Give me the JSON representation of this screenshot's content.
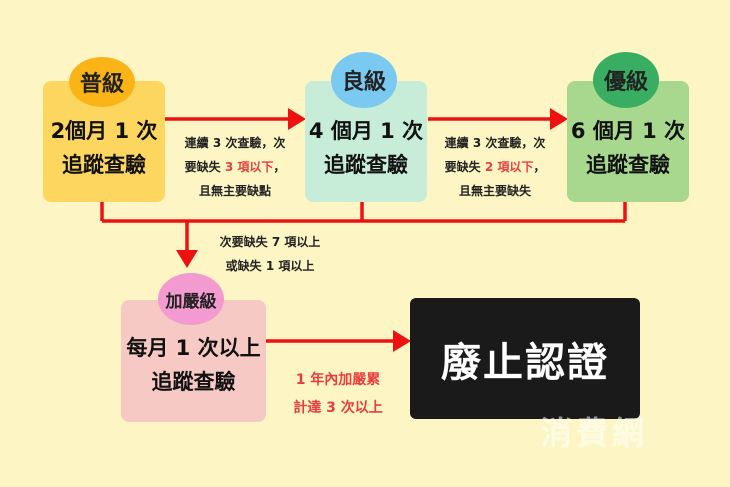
{
  "colors": {
    "background": "#fdf6c4",
    "arrow": "#ee1111",
    "level1_box": "#fdd660",
    "level1_badge": "#fbb417",
    "level2_box": "#c7ecd7",
    "level2_badge": "#79c9f0",
    "level3_box": "#a8d88e",
    "level3_badge": "#39ae62",
    "strict_box": "#f7c9c5",
    "strict_badge": "#f39bd0",
    "revoke_box": "#1a1a1a",
    "highlight_red": "#e83e3e"
  },
  "level1": {
    "badge": "普級",
    "line1": "2個月 1 次",
    "line2": "追蹤查驗"
  },
  "level2": {
    "badge": "良級",
    "line1": "4 個月 1 次",
    "line2": "追蹤查驗"
  },
  "level3": {
    "badge": "優級",
    "line1": "6 個月 1 次",
    "line2": "追蹤查驗"
  },
  "strict": {
    "badge": "加嚴級",
    "line1": "每月 1 次以上",
    "line2": "追蹤查驗"
  },
  "revoke": {
    "label": "廢止認證"
  },
  "note1": {
    "line1": "連續 3 次查驗，次",
    "line2_pre": "要缺失 ",
    "line2_hl": "3 項以下",
    "line2_post": "，",
    "line3": "且無主要缺點"
  },
  "note2": {
    "line1": "連續 3 次查驗，次",
    "line2_pre": "要缺失 ",
    "line2_hl": "2 項以下",
    "line2_post": "，",
    "line3": "且無主要缺失"
  },
  "note_down": {
    "line1": "次要缺失 7 項以上",
    "line2": "或缺失 1 項以上"
  },
  "note_revoke": {
    "line1": "1 年內加嚴累",
    "line2": "計達 3 次以上"
  },
  "watermark": "消費網"
}
